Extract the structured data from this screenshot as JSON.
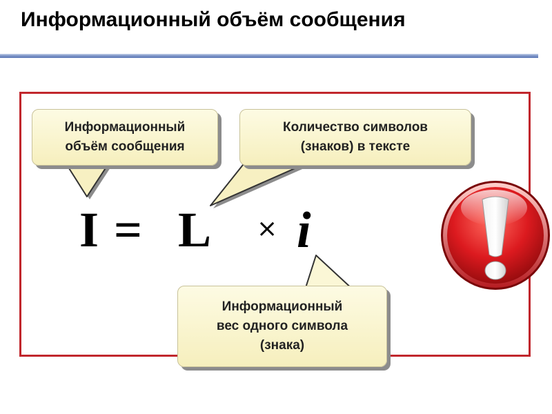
{
  "slide": {
    "title": "Информационный объём сообщения"
  },
  "formula": {
    "lhs": "I",
    "equals": "=",
    "factor_l": "L",
    "times": "×",
    "factor_i": "i"
  },
  "callouts": {
    "message_volume": [
      "Информационный",
      "объём сообщения"
    ],
    "symbol_count": [
      "Количество символов",
      "(знаков) в тексте"
    ],
    "symbol_weight": [
      "Информационный",
      "вес одного символа",
      "(знака)"
    ]
  },
  "colors": {
    "frame": "#c1272d",
    "callout_fill": "#f6efbd",
    "warning_red": "#d9151b"
  },
  "icons": {
    "warning": "exclamation-circle-icon"
  }
}
